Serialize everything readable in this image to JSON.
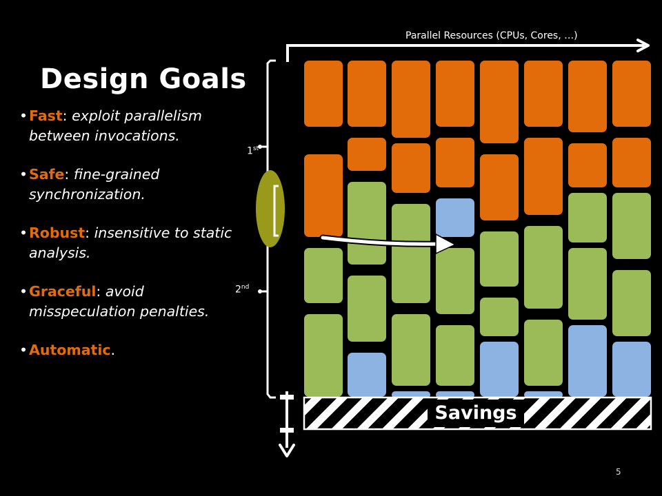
{
  "title": "Design Goals",
  "bullets": [
    {
      "keyword": "Fast",
      "sep": ":",
      "desc": " exploit parallelism between invocations."
    },
    {
      "keyword": "Safe",
      "sep": ":",
      "desc": " fine-grained synchronization."
    },
    {
      "keyword": "Robust",
      "sep": ":",
      "desc": " insensitive to static analysis."
    },
    {
      "keyword": "Graceful",
      "sep": ":",
      "desc": " avoid misspeculation penalties."
    },
    {
      "keyword": "Automatic",
      "sep": ".",
      "desc": ""
    }
  ],
  "diagram": {
    "axis_label": "Parallel Resources (CPUs, Cores, …)",
    "run1_label": "1",
    "run1_sup": "st",
    "run2_label": "2",
    "run2_sup": "nd",
    "savings_label": "Savings",
    "colors": {
      "run1": "#e36c0a",
      "run2": "#9bbb59",
      "run3": "#8db3e2",
      "highlight": "#9a9a1a",
      "accent": "#e36c0a"
    }
  },
  "slide_number": "5"
}
